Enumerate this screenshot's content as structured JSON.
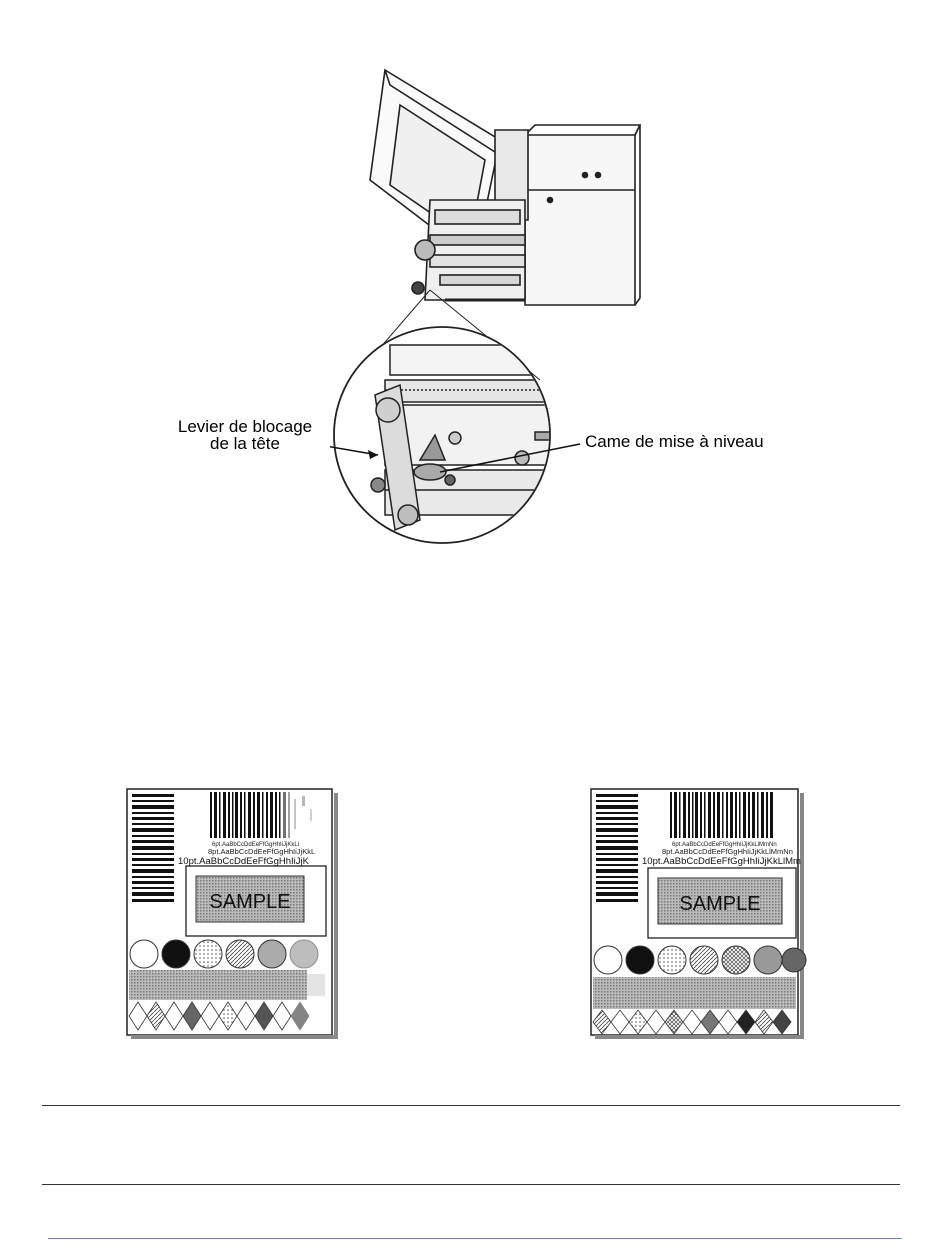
{
  "figure_printer": {
    "callout_left_line1": "Levier de blocage",
    "callout_left_line2": "de la tête",
    "callout_right": "Came de mise à niveau"
  },
  "sample_labels": {
    "poor": {
      "small_text_1": "6pt.AaBbCcDdEeFfGgHhIiJjKkLl",
      "small_text_2": "8pt.AaBbCcDdEeFfGgHhIiJjKkL",
      "small_text_3": "10pt.AaBbCcDdEeFfGgHhIiJjK",
      "sample_word": "SAMPLE"
    },
    "good": {
      "small_text_1": "6pt.AaBbCcDdEeFfGgHhIiJjKkLlMmNn",
      "small_text_2": "8pt.AaBbCcDdEeFfGgHhIiJjKkLlMmNn",
      "small_text_3": "10pt.AaBbCcDdEeFfGgHhIiJjKkLlMm",
      "sample_word": "SAMPLE"
    }
  }
}
